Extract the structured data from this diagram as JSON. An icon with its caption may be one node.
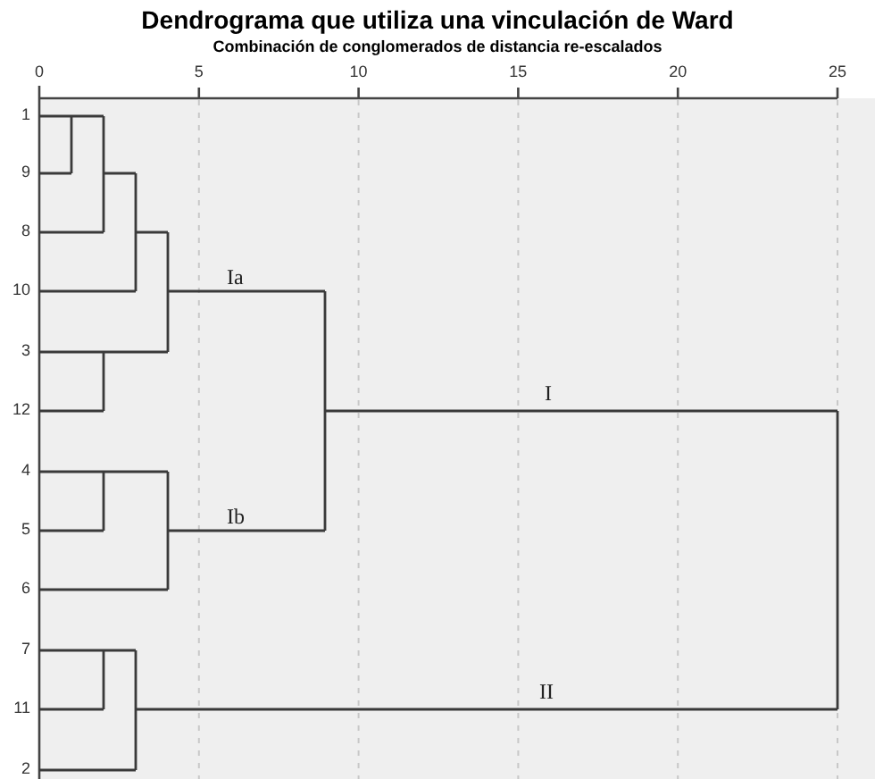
{
  "diagram": {
    "title": "Dendrograma que utiliza una vinculación de Ward",
    "labels": [
      "Combinación de conglomerados de distancia re-escalados",
      "0",
      "5",
      "10",
      "15",
      "20",
      "25",
      "1",
      "9",
      "8",
      "10",
      "3",
      "12",
      "4",
      "5",
      "6",
      "7",
      "11",
      "2",
      "Ia",
      "I",
      "Ib",
      "II"
    ]
  }
}
